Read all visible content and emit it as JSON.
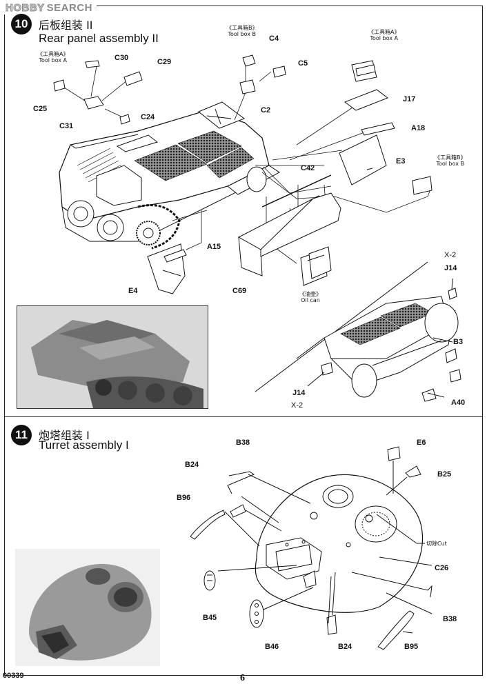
{
  "watermark": {
    "brand": "HOBBY",
    "suffix": "SEARCH"
  },
  "step10": {
    "number": "10",
    "title_cn": "后板组装 II",
    "title_en": "Rear panel assembly II",
    "toolbox_a_cn": "《工具箱A》",
    "toolbox_a_en": "Tool box A",
    "toolbox_b_cn": "《工具箱B》",
    "toolbox_b_en": "Tool box B",
    "oil_can_cn": "《油壶》",
    "oil_can_en": "Oil can",
    "labels": {
      "C30": "C30",
      "C29": "C29",
      "C25": "C25",
      "C31": "C31",
      "C24": "C24",
      "C4": "C4",
      "C5": "C5",
      "C2": "C2",
      "J17": "J17",
      "A18": "A18",
      "E3": "E3",
      "C42": "C42",
      "A15": "A15",
      "E4": "E4",
      "C69": "C69",
      "X2_top": "X-2",
      "J14_top": "J14",
      "B3": "B3",
      "J14_bottom": "J14",
      "X2_bottom": "X-2",
      "A40": "A40"
    }
  },
  "step11": {
    "number": "11",
    "title_cn": "炮塔组装 I",
    "title_en": "Turret assembly  I",
    "cut_note": "切除Cut",
    "labels": {
      "B38_top": "B38",
      "E6": "E6",
      "B24_top": "B24",
      "B25": "B25",
      "B96": "B96",
      "C26": "C26",
      "B45": "B45",
      "B38_right": "B38",
      "B46": "B46",
      "B24_bottom": "B24",
      "B95": "B95"
    }
  },
  "footer": {
    "code": "00339",
    "page": "6"
  }
}
